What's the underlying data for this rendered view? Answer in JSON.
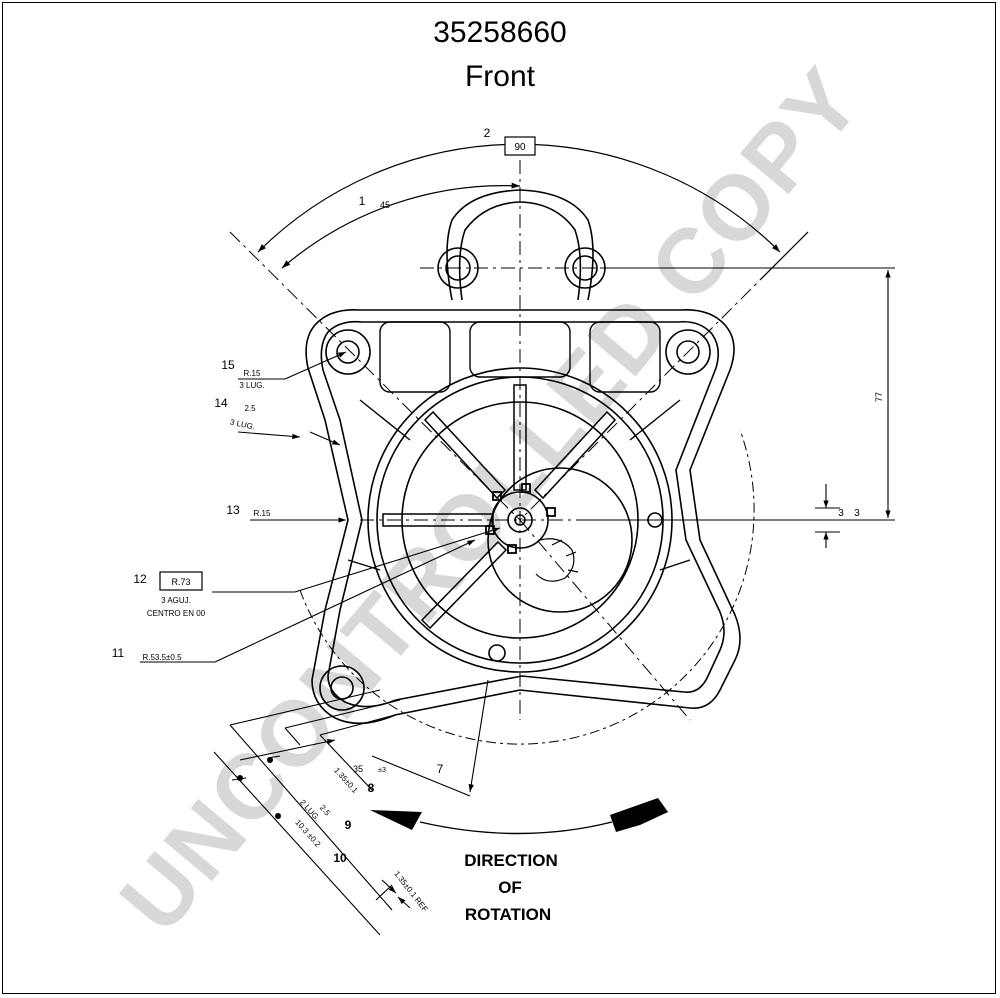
{
  "header": {
    "part_number": "35258660",
    "view": "Front"
  },
  "watermark": "UNCONTROLLED COPY",
  "dimensions": {
    "angle_total": "90",
    "angle_half": "45",
    "r15_3lug": [
      "R.15",
      "3 LUG."
    ],
    "lug_25": [
      "2.5",
      "3 LUG."
    ],
    "r15": "R.15",
    "r73_box": "R.73",
    "r73_note": [
      "3 AGUJ.",
      "CENTRO EN 00"
    ],
    "r535": "R.53.5±0.5",
    "height_77": "77",
    "offset_3": "3",
    "dim_35": "35",
    "tol_3": "±3",
    "d_135": "1.35±0.1",
    "d_25": "2.5",
    "d_2lug": "2 LUG.",
    "d_103": "10.3 ±0.2",
    "d_135ref": "1.35±0.1 REF"
  },
  "callouts": [
    "1",
    "2",
    "3",
    "7",
    "8",
    "9",
    "10",
    "11",
    "12",
    "13",
    "14",
    "15"
  ],
  "rotation": [
    "DIRECTION",
    "OF",
    "ROTATION"
  ]
}
